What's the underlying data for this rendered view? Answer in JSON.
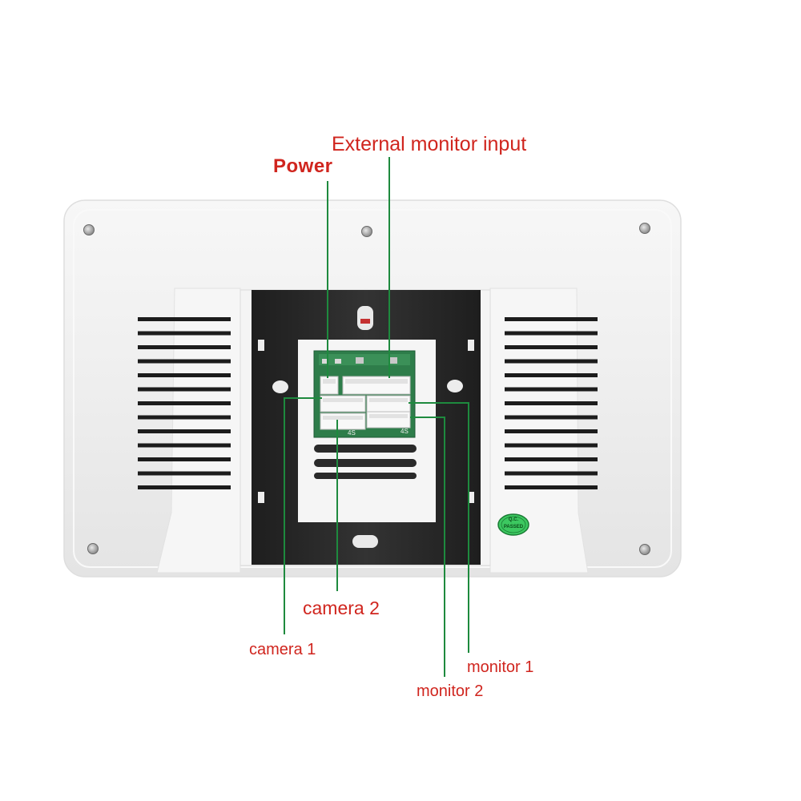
{
  "labels": {
    "external_monitor_input": "External monitor input",
    "power": "Power",
    "camera_2": "camera 2",
    "camera_1": "camera 1",
    "monitor_1": "monitor 1",
    "monitor_2": "monitor 2"
  },
  "qc_sticker": {
    "line1": "Q.C.",
    "line2": "PASSED"
  },
  "pcb_markings": {
    "left_connector": "4S",
    "right_connector": "4S"
  },
  "colors": {
    "label_text": "#d0251e",
    "leader_line": "#1e8a3e",
    "housing": "#f1f1f1",
    "bracket": "#2a2a2a",
    "pcb": "#2e7d4a",
    "qc_sticker": "#3cc860"
  }
}
